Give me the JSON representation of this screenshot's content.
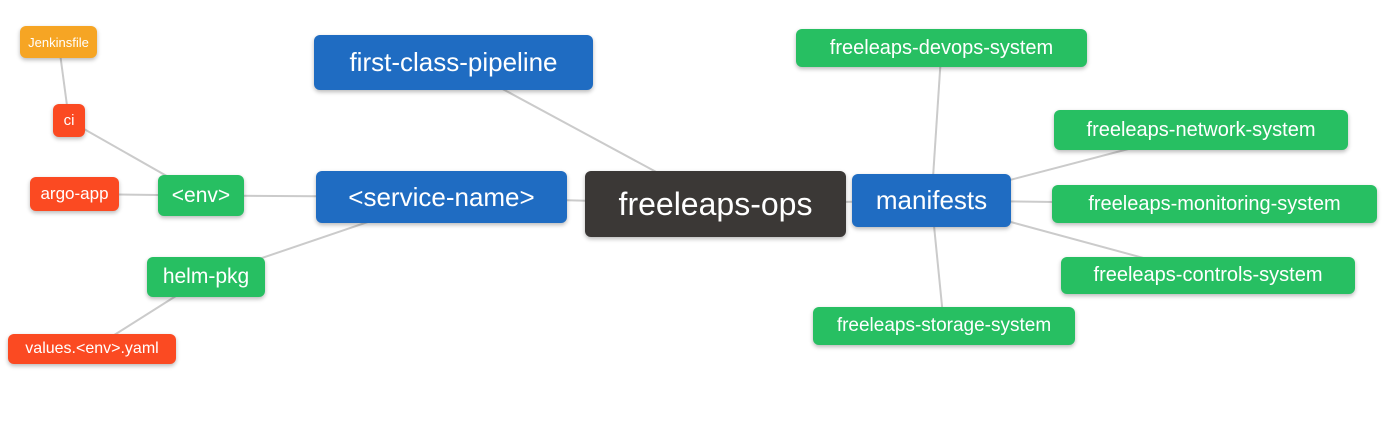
{
  "palette": {
    "blue": "#1f6cc2",
    "green": "#27bf62",
    "red": "#fb4a22",
    "amber": "#f6a524",
    "dark": "#3b3836",
    "edge": "#cbcbcb",
    "node_text": "#ffffff",
    "background": "#ffffff"
  },
  "nodes": {
    "jenkinsfile": {
      "label": "Jenkinsfile",
      "color": "amber"
    },
    "ci": {
      "label": "ci",
      "color": "red"
    },
    "argo_app": {
      "label": "argo-app",
      "color": "red"
    },
    "env": {
      "label": "<env>",
      "color": "green"
    },
    "helm_pkg": {
      "label": "helm-pkg",
      "color": "green"
    },
    "values_env_yaml": {
      "label": "values.<env>.yaml",
      "color": "red"
    },
    "first_class_pipeline": {
      "label": "first-class-pipeline",
      "color": "blue"
    },
    "service_name": {
      "label": "<service-name>",
      "color": "blue"
    },
    "freeleaps_ops": {
      "label": "freeleaps-ops",
      "color": "dark"
    },
    "manifests": {
      "label": "manifests",
      "color": "blue"
    },
    "devops_system": {
      "label": "freeleaps-devops-system",
      "color": "green"
    },
    "network_system": {
      "label": "freeleaps-network-system",
      "color": "green"
    },
    "monitoring_system": {
      "label": "freeleaps-monitoring-system",
      "color": "green"
    },
    "controls_system": {
      "label": "freeleaps-controls-system",
      "color": "green"
    },
    "storage_system": {
      "label": "freeleaps-storage-system",
      "color": "green"
    }
  },
  "edges": [
    [
      "jenkinsfile",
      "ci"
    ],
    [
      "ci",
      "env"
    ],
    [
      "argo_app",
      "env"
    ],
    [
      "env",
      "service_name"
    ],
    [
      "helm_pkg",
      "service_name"
    ],
    [
      "values_env_yaml",
      "helm_pkg"
    ],
    [
      "first_class_pipeline",
      "freeleaps_ops"
    ],
    [
      "service_name",
      "freeleaps_ops"
    ],
    [
      "freeleaps_ops",
      "manifests"
    ],
    [
      "manifests",
      "devops_system"
    ],
    [
      "manifests",
      "network_system"
    ],
    [
      "manifests",
      "monitoring_system"
    ],
    [
      "manifests",
      "controls_system"
    ],
    [
      "manifests",
      "storage_system"
    ]
  ]
}
